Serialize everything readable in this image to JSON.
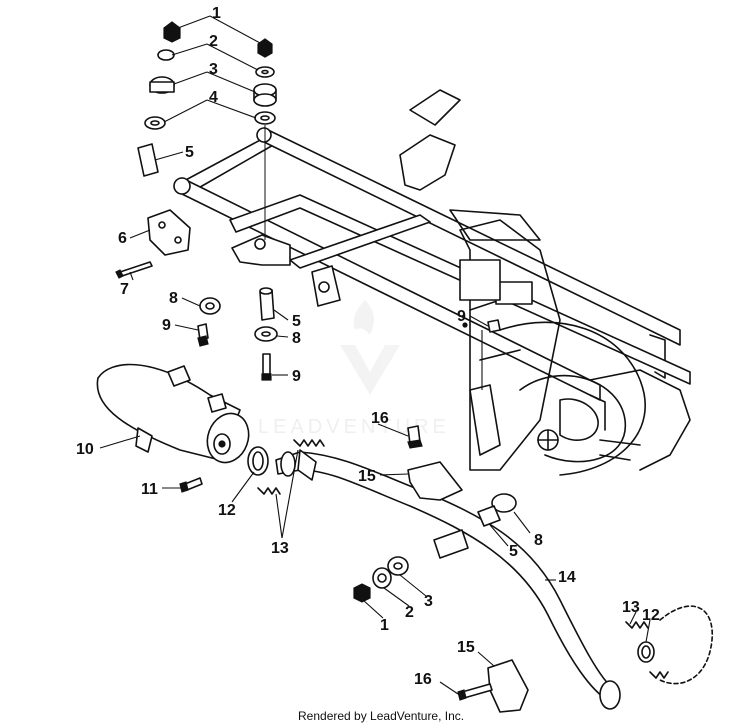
{
  "diagram": {
    "callouts": {
      "c1a": "1",
      "c2a": "2",
      "c3a": "3",
      "c4": "4",
      "c5a": "5",
      "c6": "6",
      "c7": "7",
      "c8a": "8",
      "c9a": "9",
      "c5b": "5",
      "c8b": "8",
      "c9b": "9",
      "c9c": "9",
      "c10": "10",
      "c11": "11",
      "c12a": "12",
      "c13a": "13",
      "c16a": "16",
      "c15a": "15",
      "c8c": "8",
      "c5c": "5",
      "c14": "14",
      "c1b": "1",
      "c2b": "2",
      "c3b": "3",
      "c13b": "13",
      "c12b": "12",
      "c15b": "15",
      "c16b": "16"
    },
    "watermark": "LEADVENTURE",
    "footer": "Rendered by LeadVenture, Inc."
  }
}
